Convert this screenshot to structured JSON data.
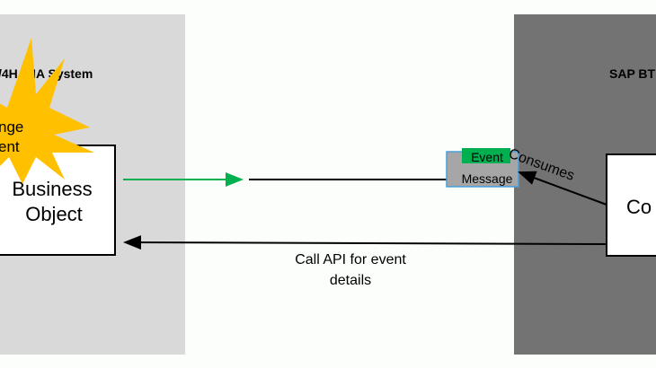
{
  "left_system": {
    "title": "/4HANA System",
    "color": "#d9d9d9"
  },
  "right_system": {
    "title": "SAP BT",
    "color": "#737373"
  },
  "change_event": {
    "line1": "nge",
    "line2": "ent",
    "color": "#ffc000"
  },
  "business_object": {
    "line1": "Business",
    "line2": "Object"
  },
  "event_message": {
    "tag": "Event",
    "label": "Message",
    "tag_color": "#00b050",
    "border_color": "#4a9fd8"
  },
  "consumer_box": {
    "label": "Co"
  },
  "consumes_label": "Consumes",
  "call_api_label": {
    "line1": "Call API for event",
    "line2": "details"
  },
  "arrow_colors": {
    "publish": "#00b050",
    "default": "#000000"
  }
}
